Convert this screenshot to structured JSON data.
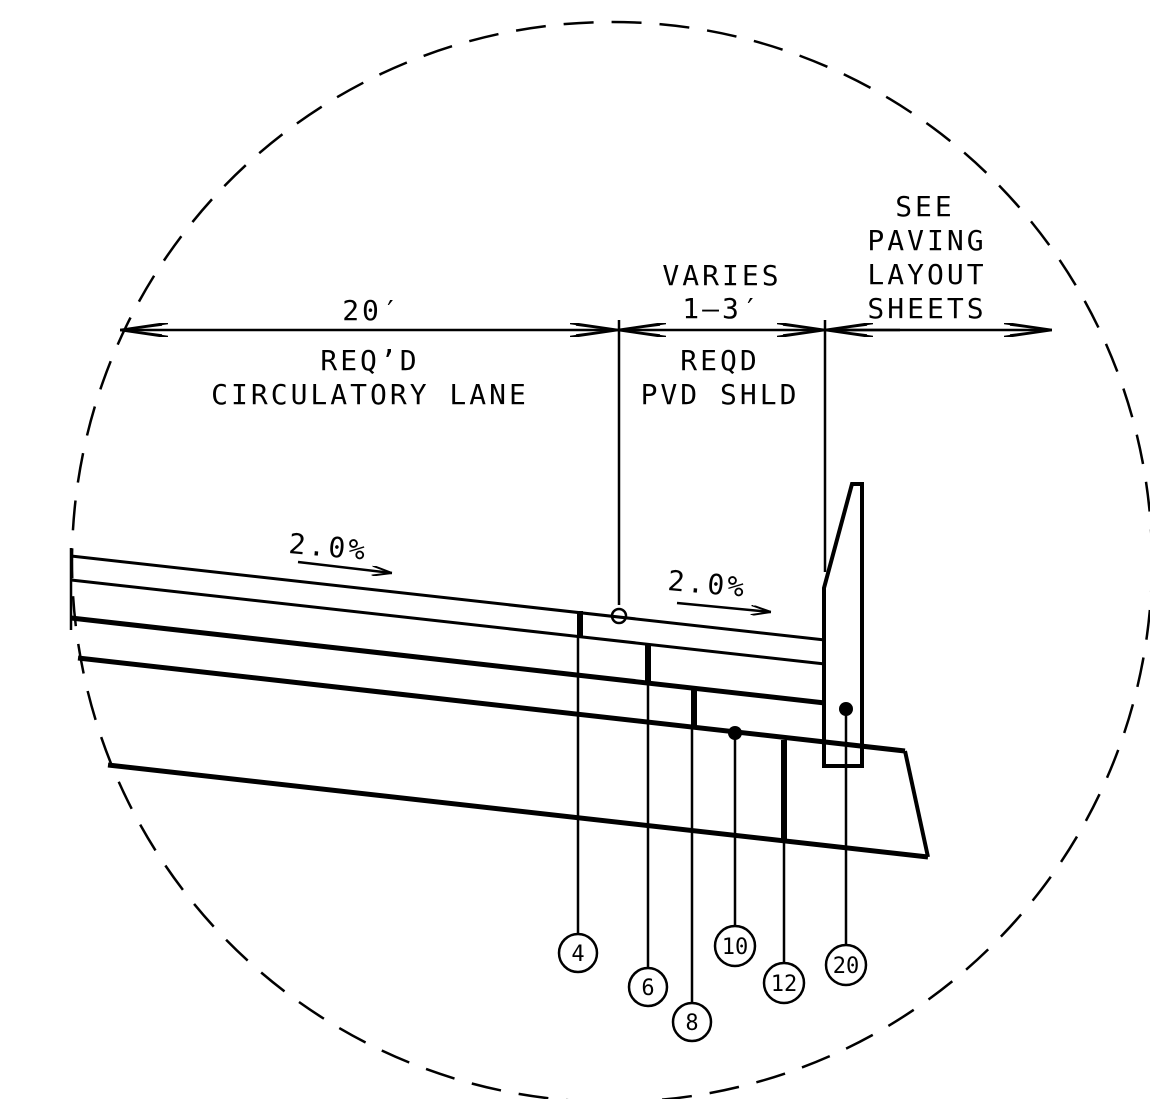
{
  "dimensions": {
    "lane_width": "20′",
    "shoulder_width_line1": "VARIES",
    "shoulder_width_line2": "1–3′",
    "see_paving_line1": "SEE",
    "see_paving_line2": "PAVING",
    "see_paving_line3": "LAYOUT",
    "see_paving_line4": "SHEETS"
  },
  "labels": {
    "lane_line1": "REQ’D",
    "lane_line2": "CIRCULATORY LANE",
    "shoulder_line1": "REQD",
    "shoulder_line2": "PVD SHLD"
  },
  "slopes": {
    "lane_slope": "2.0%",
    "shoulder_slope": "2.0%"
  },
  "callouts": [
    "4",
    "6",
    "8",
    "10",
    "12",
    "20"
  ],
  "colors": {
    "ink": "#000000",
    "background": "#ffffff"
  }
}
